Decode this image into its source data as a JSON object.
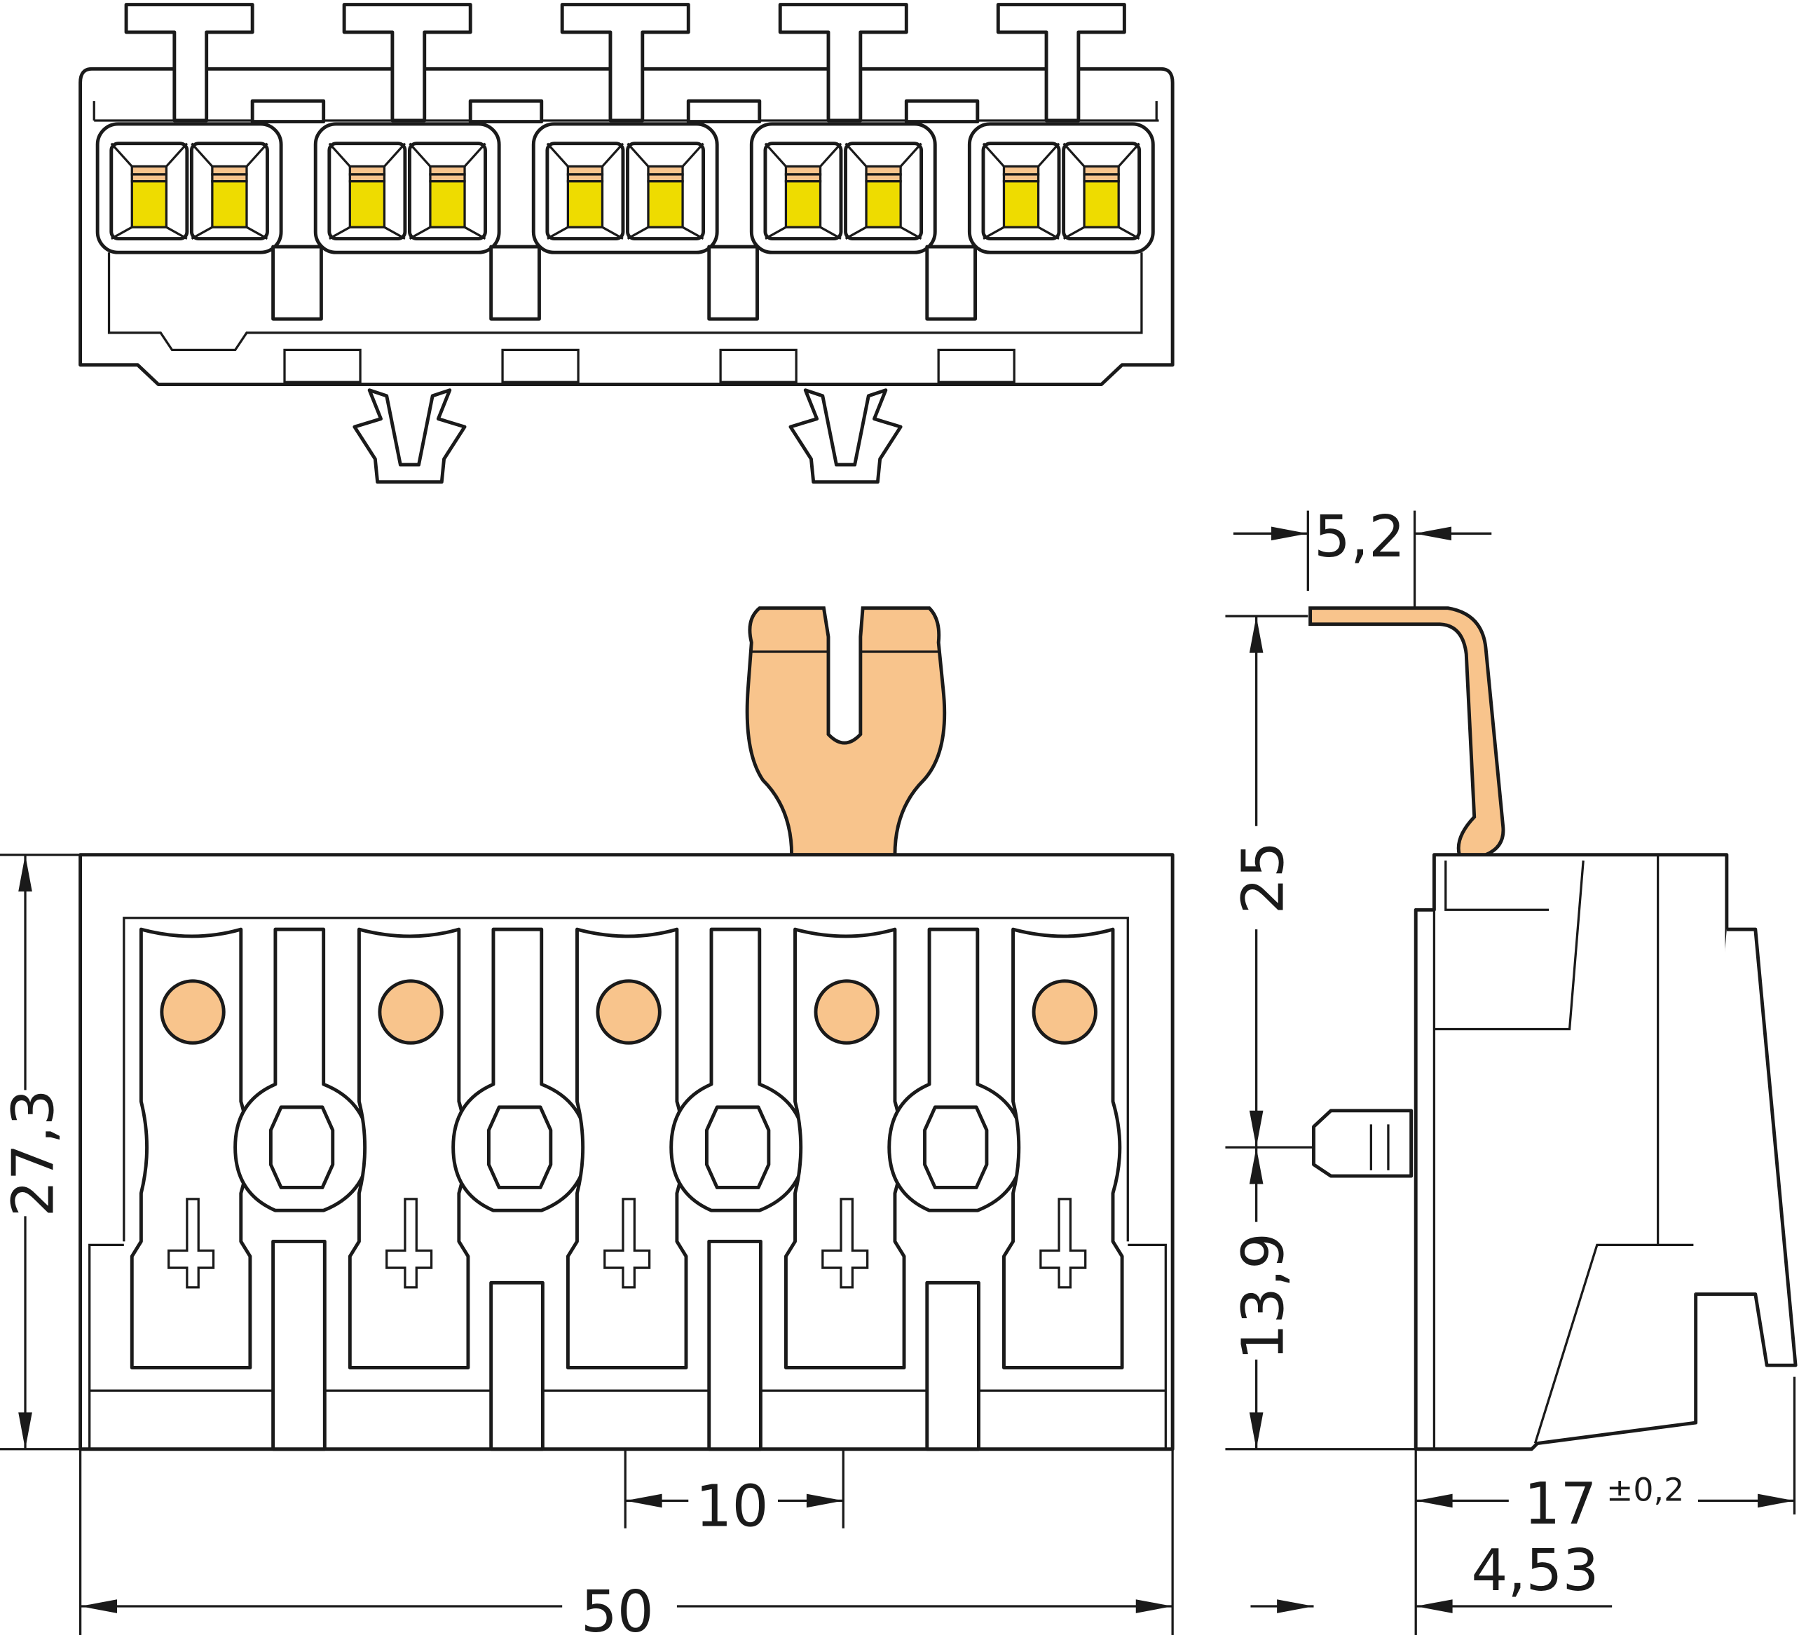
{
  "colors": {
    "line": "#1a1a1a",
    "orange": "#F8C48C",
    "yellow": "#EEDC00",
    "background": "#ffffff"
  },
  "dimensions": {
    "lever_width": "5,2",
    "height_to_lever": "25",
    "overall_height": "27,3",
    "height_to_pin": "13,9",
    "pitch": "10",
    "overall_width": "50",
    "depth": "17",
    "depth_tolerance": "±0,2",
    "offset": "4,53"
  },
  "pole_count": 5
}
